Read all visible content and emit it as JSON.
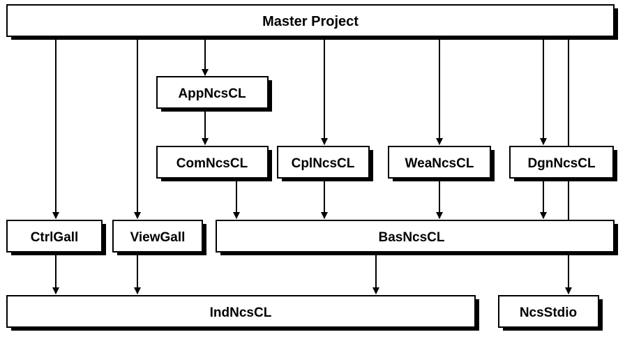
{
  "nodes": {
    "master": "Master Project",
    "app": "AppNcsCL",
    "com": "ComNcsCL",
    "cpl": "CplNcsCL",
    "wea": "WeaNcsCL",
    "dgn": "DgnNcsCL",
    "ctrl": "CtrlGall",
    "view": "ViewGall",
    "bas": "BasNcsCL",
    "ind": "IndNcsCL",
    "stdio": "NcsStdio"
  },
  "edges": [
    [
      "master",
      "ctrl"
    ],
    [
      "master",
      "view"
    ],
    [
      "master",
      "app"
    ],
    [
      "master",
      "cpl"
    ],
    [
      "master",
      "wea"
    ],
    [
      "master",
      "dgn"
    ],
    [
      "master",
      "stdio"
    ],
    [
      "app",
      "com"
    ],
    [
      "com",
      "bas"
    ],
    [
      "cpl",
      "bas"
    ],
    [
      "wea",
      "bas"
    ],
    [
      "dgn",
      "bas"
    ],
    [
      "ctrl",
      "ind"
    ],
    [
      "view",
      "ind"
    ],
    [
      "bas",
      "ind"
    ]
  ]
}
